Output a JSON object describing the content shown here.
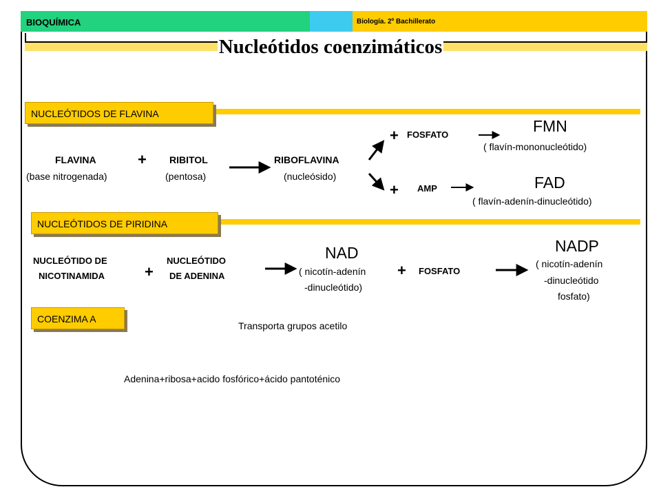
{
  "header": {
    "subject": "BIOQUÍMICA",
    "course": "Biología. 2º Bachillerato",
    "title": "Nucleótidos coenzimáticos"
  },
  "colors": {
    "green": "#22d27e",
    "blue": "#3ecbf0",
    "yellow": "#ffcc00"
  },
  "flavina": {
    "section": "NUCLEÓTIDOS DE FLAVINA",
    "flavina": "FLAVINA",
    "flavina_sub": "(base nitrogenada)",
    "plus": "+",
    "ribitol": "RIBITOL",
    "ribitol_sub": "(pentosa)",
    "riboflavina": "RIBOFLAVINA",
    "riboflavina_sub": "(nucleósido)",
    "fosfato": "FOSFATO",
    "amp": "AMP",
    "fmn": "FMN",
    "fmn_sub": "( flavín-mononucleótido)",
    "fad": "FAD",
    "fad_sub": "( flavín-adenín-dinucleótido)"
  },
  "piridina": {
    "section": "NUCLEÓTIDOS DE PIRIDINA",
    "nicotinamida_1": "NUCLEÓTIDO DE",
    "nicotinamida_2": "NICOTINAMIDA",
    "plus": "+",
    "adenina_1": "NUCLEÓTIDO",
    "adenina_2": "DE ADENINA",
    "nad": "NAD",
    "nad_sub1": "( nicotín-adenín",
    "nad_sub2": "-dinucleótido)",
    "fosfato": "FOSFATO",
    "nadp": "NADP",
    "nadp_sub1": "( nicotín-adenín",
    "nadp_sub2": "-dinucleótido",
    "nadp_sub3": "fosfato)"
  },
  "coenzima": {
    "section": "COENZIMA A",
    "transporta": "Transporta grupos acetilo",
    "composicion": "Adenina+ribosa+acido fosfórico+ácido pantoténico"
  }
}
